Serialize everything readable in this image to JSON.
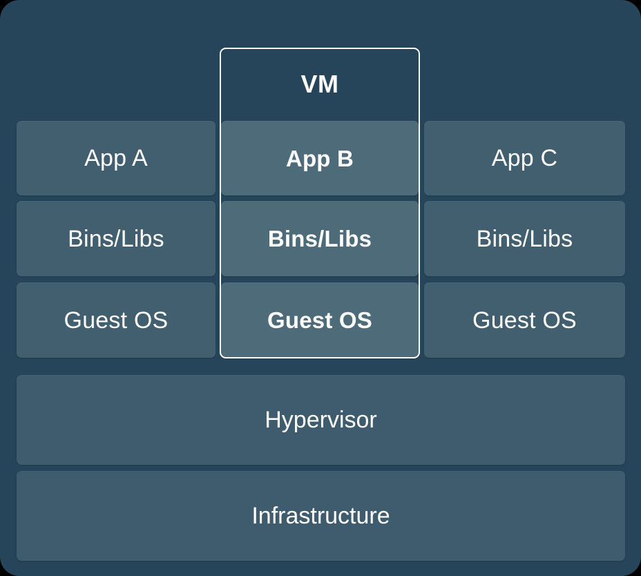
{
  "diagram": {
    "title": "VM",
    "type": "virtual-machine-architecture-stack",
    "colors": {
      "background": "#27455a",
      "cell": "#415f6f",
      "cell_highlight": "#4e6b7a",
      "bar": "#3e5c6d",
      "frame_border": "#ffffff",
      "text": "#ffffff"
    },
    "highlight_frame": {
      "label": "VM",
      "column": "middle"
    },
    "columns": [
      {
        "id": "left",
        "highlighted": false,
        "cells": [
          {
            "id": "app",
            "label": "App A"
          },
          {
            "id": "bins",
            "label": "Bins/Libs"
          },
          {
            "id": "guest",
            "label": "Guest OS"
          }
        ]
      },
      {
        "id": "middle",
        "highlighted": true,
        "cells": [
          {
            "id": "app",
            "label": "App B"
          },
          {
            "id": "bins",
            "label": "Bins/Libs"
          },
          {
            "id": "guest",
            "label": "Guest OS"
          }
        ]
      },
      {
        "id": "right",
        "highlighted": false,
        "cells": [
          {
            "id": "app",
            "label": "App C"
          },
          {
            "id": "bins",
            "label": "Bins/Libs"
          },
          {
            "id": "guest",
            "label": "Guest OS"
          }
        ]
      }
    ],
    "base_layers": [
      {
        "id": "hypervisor",
        "label": "Hypervisor"
      },
      {
        "id": "infrastructure",
        "label": "Infrastructure"
      }
    ]
  }
}
